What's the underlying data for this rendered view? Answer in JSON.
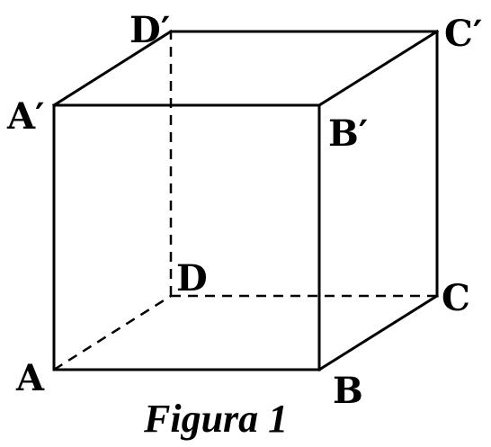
{
  "figure": {
    "caption": "Figura 1",
    "vertices": {
      "A": "A",
      "B": "B",
      "C": "C",
      "D": "D",
      "A_prime": "A′",
      "B_prime": "B′",
      "C_prime": "C′",
      "D_prime": "D′"
    }
  }
}
